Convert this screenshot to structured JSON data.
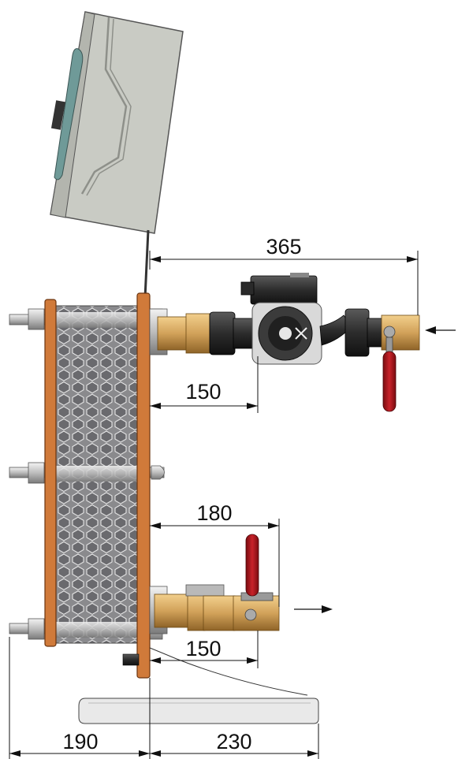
{
  "dimensions": {
    "pump_outlet_length": "365",
    "upper_connection_offset": "150",
    "lower_valve_length": "180",
    "lower_connection_offset": "150",
    "left_width": "190",
    "right_width": "230"
  },
  "colors": {
    "controller_body": "#c9cbc4",
    "controller_display": "#6f9a98",
    "frame_plate": "#d07a3a",
    "plate_pack": "#7d7d80",
    "brass": "#d2a25a",
    "pump_body": "#3b3b3b",
    "valve_handle": "#b3171d",
    "bolt": "#c8c8c8",
    "stand": "#e9e9e9"
  },
  "icons": {
    "inlet_arrow": "arrow-left-icon",
    "outlet_arrow": "arrow-right-icon",
    "pump_symbol": "fan-icon"
  }
}
